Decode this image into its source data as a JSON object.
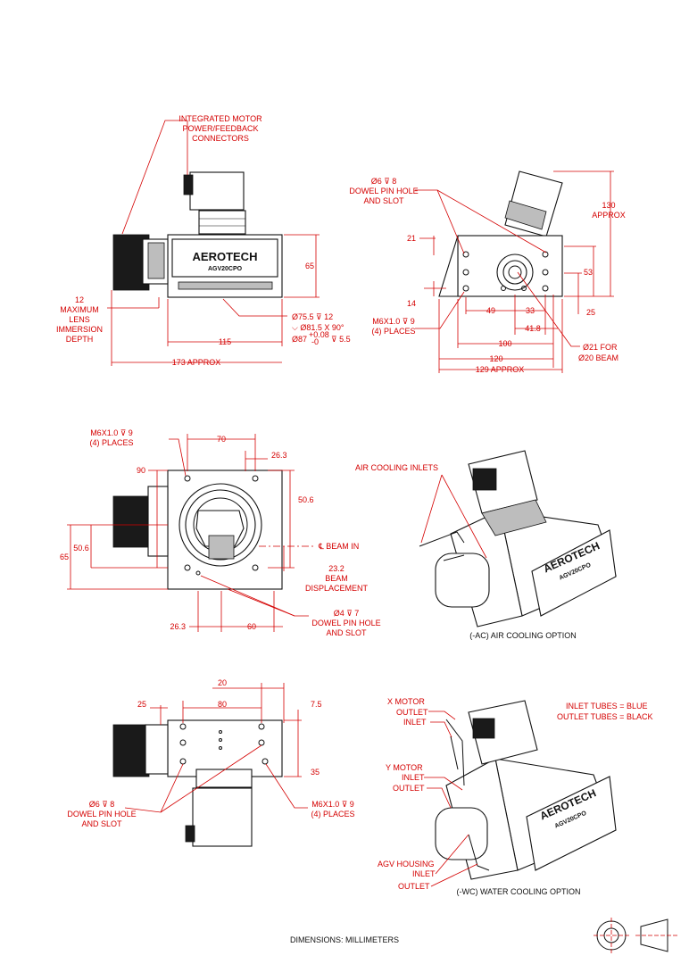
{
  "brand": "AEROTECH",
  "model": "AGV20CPO",
  "view1": {
    "callout_connectors": "INTEGRATED MOTOR\nPOWER/FEEDBACK\nCONNECTORS",
    "dim_height": "65",
    "callout_immersion": "12\nMAXIMUM\nLENS\nIMMERSION\nDEPTH",
    "callout_bore_1": "Ø75.5 ⊽ 12",
    "callout_bore_2": "⌵ Ø81.5 X 90°",
    "callout_bore_3": "Ø87",
    "callout_bore_tol_plus": "+0.08",
    "callout_bore_tol_minus": "-0",
    "callout_bore_depth": "⊽ 5.5",
    "dim_115": "115",
    "dim_173": "173 APPROX"
  },
  "view2": {
    "callout_dowel": "Ø6 ⊽ 8\nDOWEL PIN HOLE\nAND SLOT",
    "dim_130": "130\nAPPROX",
    "dim_21": "21",
    "dim_53": "53",
    "dim_14": "14",
    "dim_25": "25",
    "callout_m6": "M6X1.0 ⊽ 9\n(4) PLACES",
    "dim_49": "49",
    "dim_33": "33",
    "dim_41_8": "41.8",
    "dim_100": "100",
    "dim_120": "120",
    "dim_129": "129 APPROX",
    "callout_beam": "Ø21 FOR\nØ20 BEAM"
  },
  "view3": {
    "callout_m6": "M6X1.0 ⊽ 9\n(4) PLACES",
    "dim_70": "70",
    "dim_26_3_top": "26.3",
    "dim_90": "90",
    "dim_50_6_right": "50.6",
    "beam_in": "℄ BEAM IN",
    "dim_65": "65",
    "dim_50_6_left": "50.6",
    "beam_disp": "23.2\nBEAM\nDISPLACEMENT",
    "callout_dowel": "Ø4 ⊽ 7\nDOWEL PIN HOLE\nAND SLOT",
    "dim_26_3_bottom": "26.3",
    "dim_60": "60"
  },
  "view4": {
    "dim_20": "20",
    "dim_25": "25",
    "dim_80": "80",
    "dim_7_5": "7.5",
    "dim_35": "35",
    "callout_dowel": "Ø6 ⊽ 8\nDOWEL PIN HOLE\nAND SLOT",
    "callout_m6": "M6X1.0 ⊽ 9\n(4) PLACES"
  },
  "iso_air": {
    "label_inlets": "AIR COOLING INLETS",
    "caption": "(-AC) AIR COOLING OPTION"
  },
  "iso_water": {
    "legend": "INLET TUBES = BLUE\nOUTLET TUBES = BLACK",
    "x_motor": "X MOTOR",
    "x_outlet": "OUTLET",
    "x_inlet": "INLET",
    "y_motor": "Y MOTOR",
    "y_inlet": "INLET",
    "y_outlet": "OUTLET",
    "agv_inlet": "AGV HOUSING\nINLET",
    "agv_outlet": "OUTLET",
    "caption": "(-WC) WATER COOLING OPTION"
  },
  "footer": {
    "units": "DIMENSIONS:  MILLIMETERS",
    "projection_symbol": "third-angle-projection-icon"
  }
}
